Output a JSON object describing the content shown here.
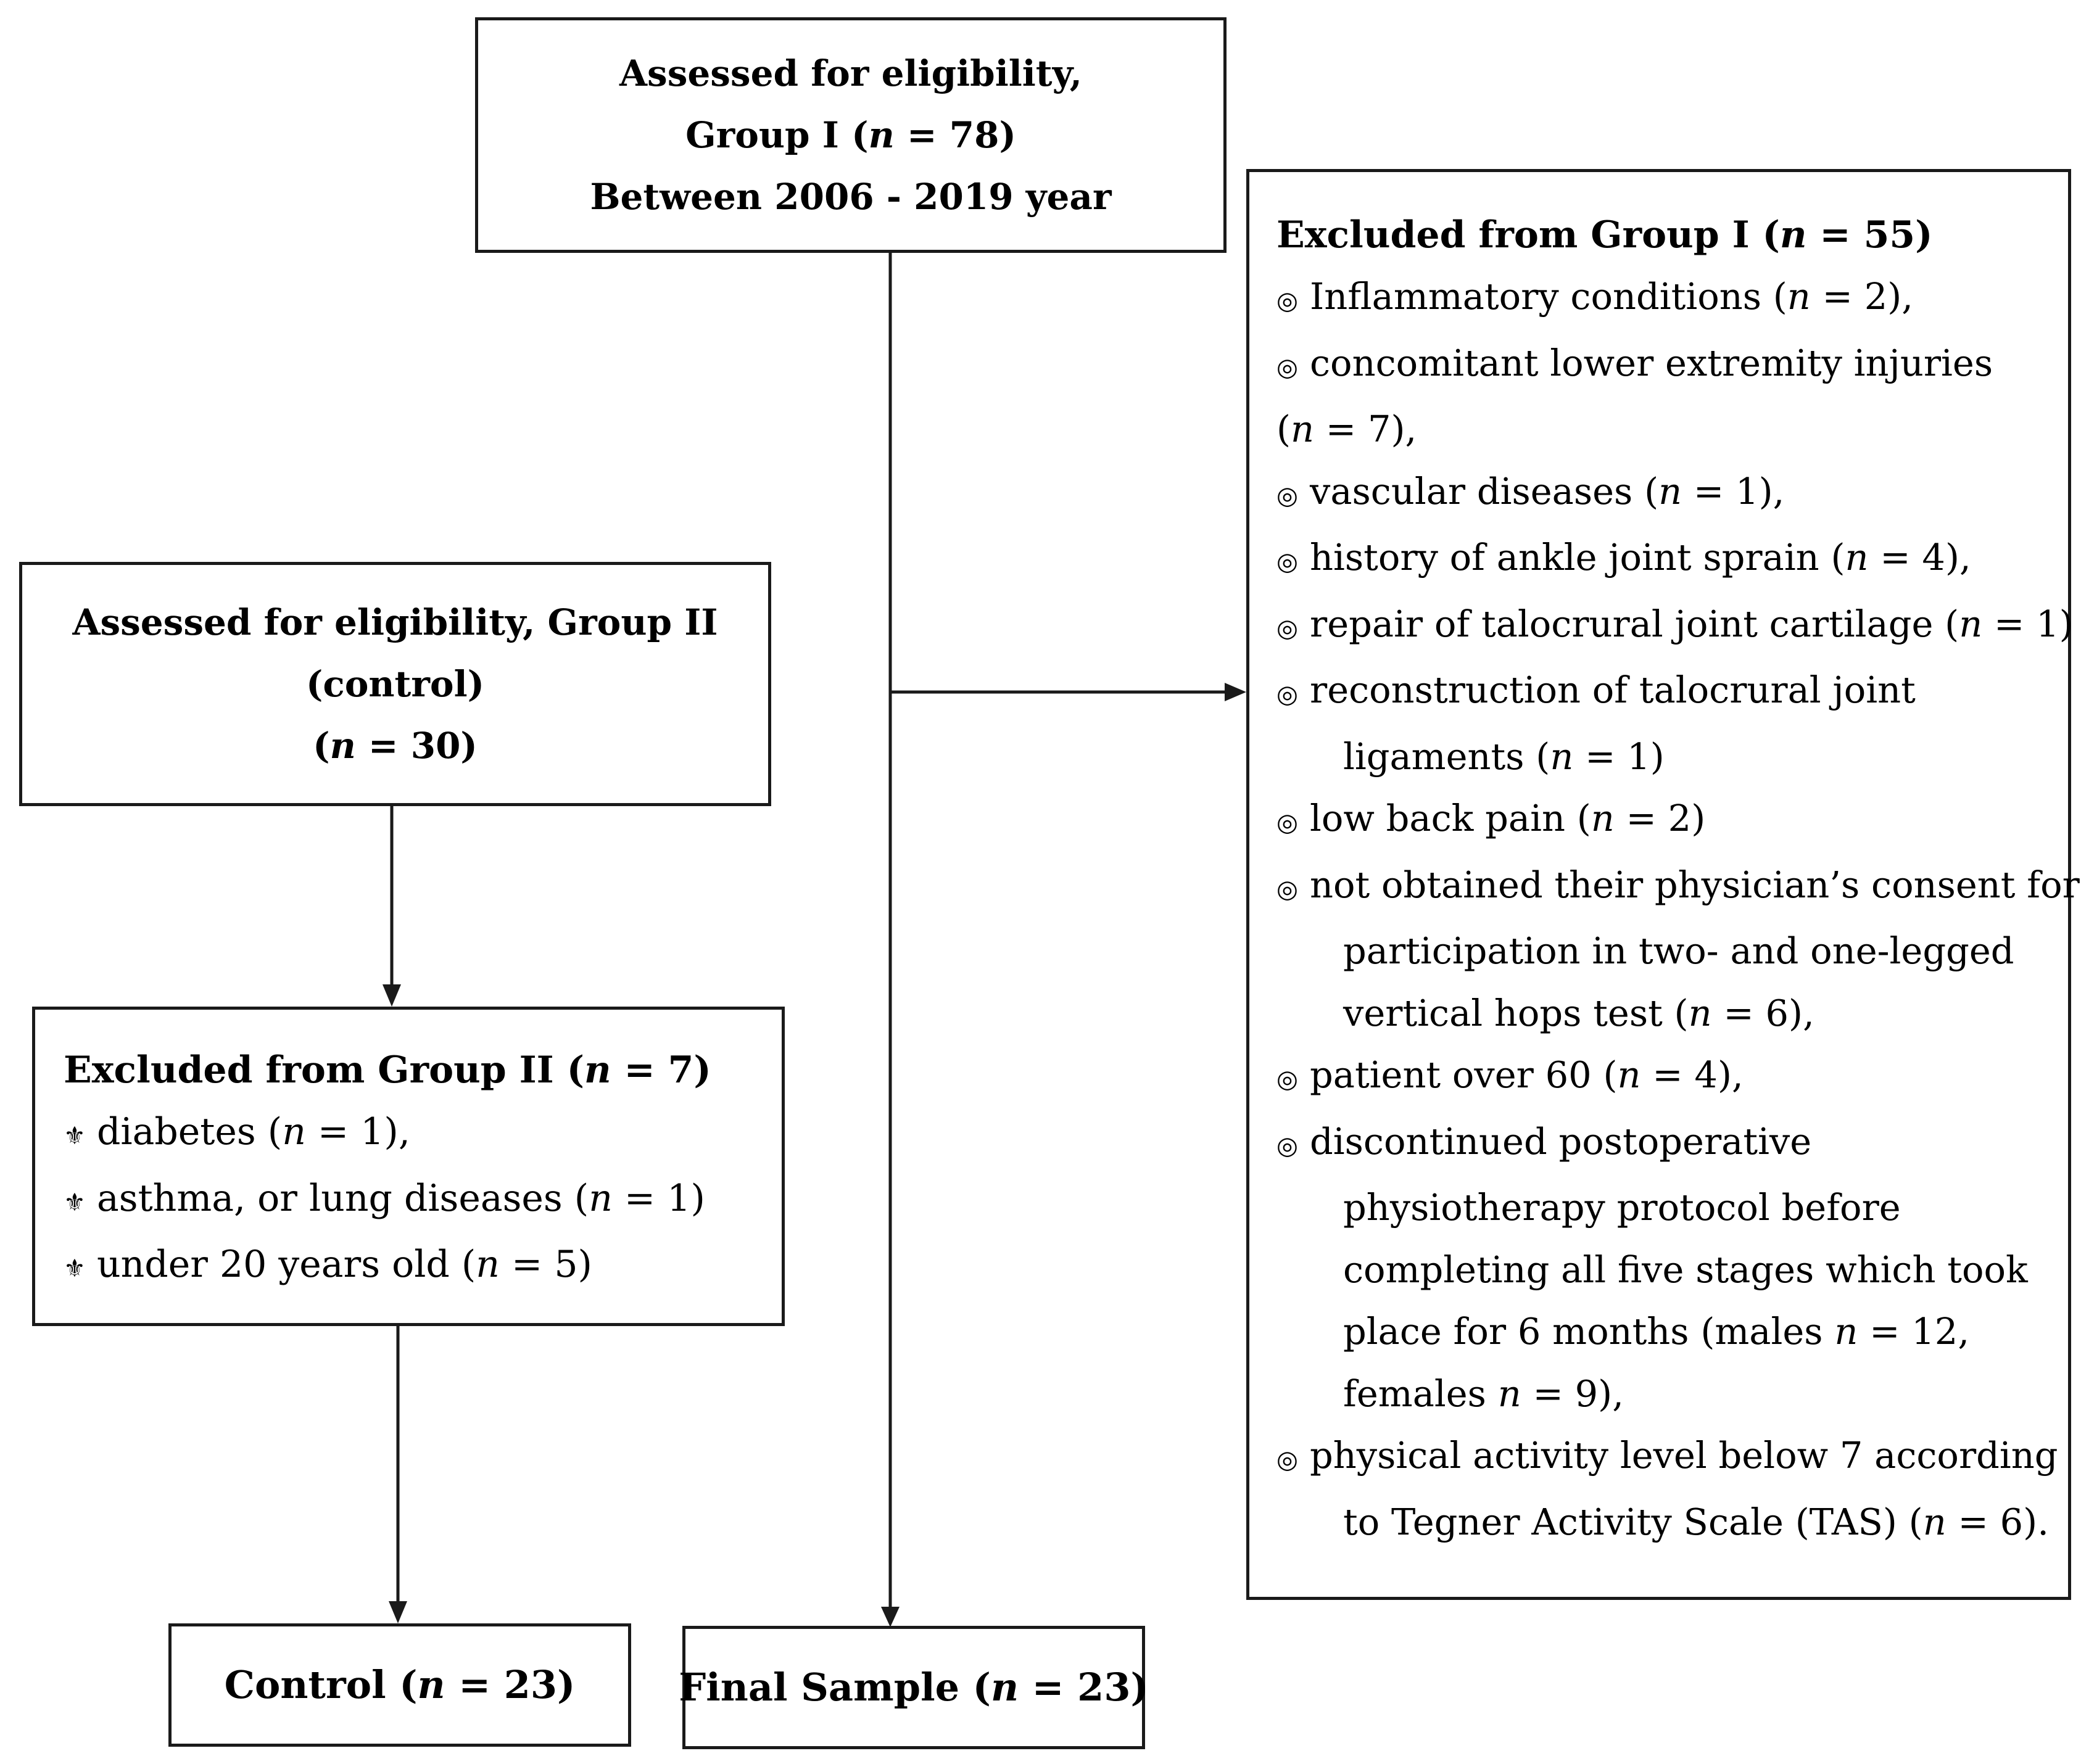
{
  "top_box": {
    "line1": "Assessed for eligibility,",
    "line2": "Group I (n = 78)",
    "line3": "Between 2006 - 2019 year"
  },
  "group2_box": {
    "line1": "Assessed for eligibility, Group II",
    "line2": "(control)",
    "line3": "(n = 30)"
  },
  "excluded_group2": {
    "title": "Excluded from Group II (n = 7)",
    "bullet": "⚜",
    "items": [
      "diabetes (n = 1),",
      "asthma, or lung diseases (n = 1)",
      "under 20 years old (n = 5)"
    ]
  },
  "excluded_group1": {
    "title": "Excluded from Group I (n = 55)",
    "bullet": "◎",
    "lines": {
      "l1": "Inflammatory conditions (n = 2),",
      "l2": "concomitant lower extremity injuries",
      "l3": "(n = 7),",
      "l4": "vascular diseases (n = 1),",
      "l5": "history of ankle joint sprain (n = 4),",
      "l6": "repair of talocrural joint cartilage (n = 1)",
      "l7": "reconstruction of talocrural joint",
      "l8": "ligaments (n = 1)",
      "l9": "low back pain (n = 2)",
      "l10": "not obtained their physician’s consent for",
      "l11": "participation in two- and one-legged",
      "l12": "vertical hops test (n = 6),",
      "l13": "patient over 60 (n = 4),",
      "l14": "discontinued postoperative",
      "l15": "physiotherapy protocol before",
      "l16": "completing all five stages which took",
      "l17": "place for 6 months (males n = 12,",
      "l18": "females n = 9),",
      "l19": "physical activity level below 7 according",
      "l20": "to Tegner Activity Scale (TAS) (n = 6)."
    }
  },
  "control_box": {
    "label": "Control (n = 23)"
  },
  "final_box": {
    "label": "Final Sample (n = 23)"
  }
}
